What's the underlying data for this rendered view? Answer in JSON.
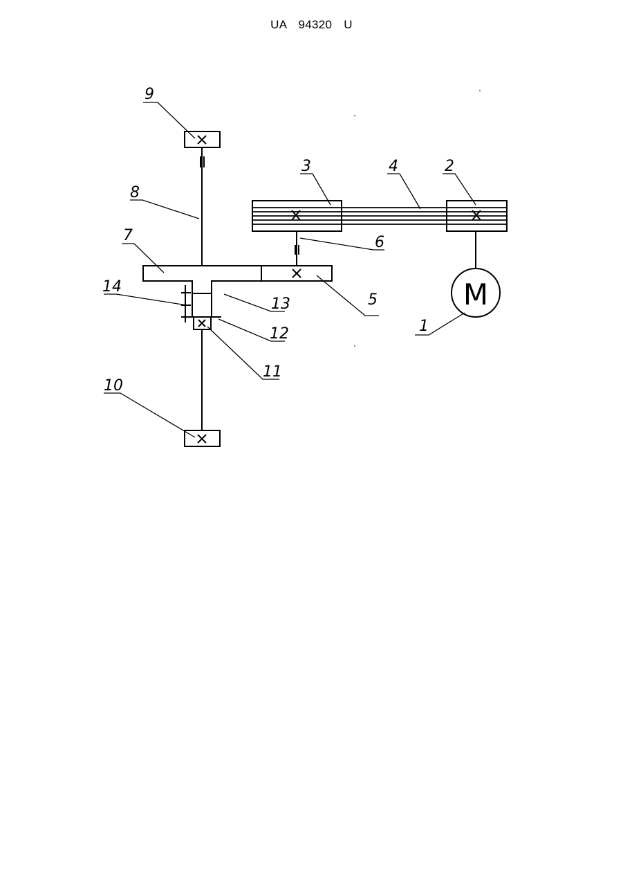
{
  "header": {
    "doc_number": "UA 94320 U"
  },
  "diagram": {
    "motor_symbol": "M",
    "labels": {
      "l1": "1",
      "l2": "2",
      "l3": "3",
      "l4": "4",
      "l5": "5",
      "l6": "6",
      "l7": "7",
      "l8": "8",
      "l9": "9",
      "l10": "10",
      "l11": "11",
      "l12": "12",
      "l13": "13",
      "l14": "14"
    }
  }
}
